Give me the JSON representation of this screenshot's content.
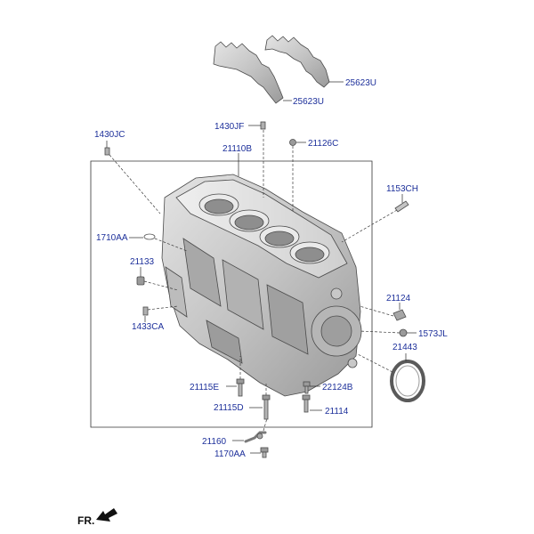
{
  "labels": {
    "gasket_upper": "25623U",
    "gasket_lower": "25623U",
    "p1430JF": "1430JF",
    "p1430JC": "1430JC",
    "p21110B": "21110B",
    "p21126C": "21126C",
    "p1153CH": "1153CH",
    "p1710AA": "1710AA",
    "p21133": "21133",
    "p21124": "21124",
    "p1433CA": "1433CA",
    "p1573JL": "1573JL",
    "p21443": "21443",
    "p21115E": "21115E",
    "p22124B": "22124B",
    "p21115D": "21115D",
    "p21114": "21114",
    "p21160": "21160",
    "p1170AA": "1170AA",
    "front_marker": "FR."
  },
  "colors": {
    "label_text": "#1c2f9a",
    "metal_light": "#d8d8d8",
    "metal_mid": "#b9b9b9",
    "metal_dark": "#8a8a8a",
    "frame_line": "#333333"
  },
  "icons": {
    "front_arrow": "arrow-left-icon"
  }
}
